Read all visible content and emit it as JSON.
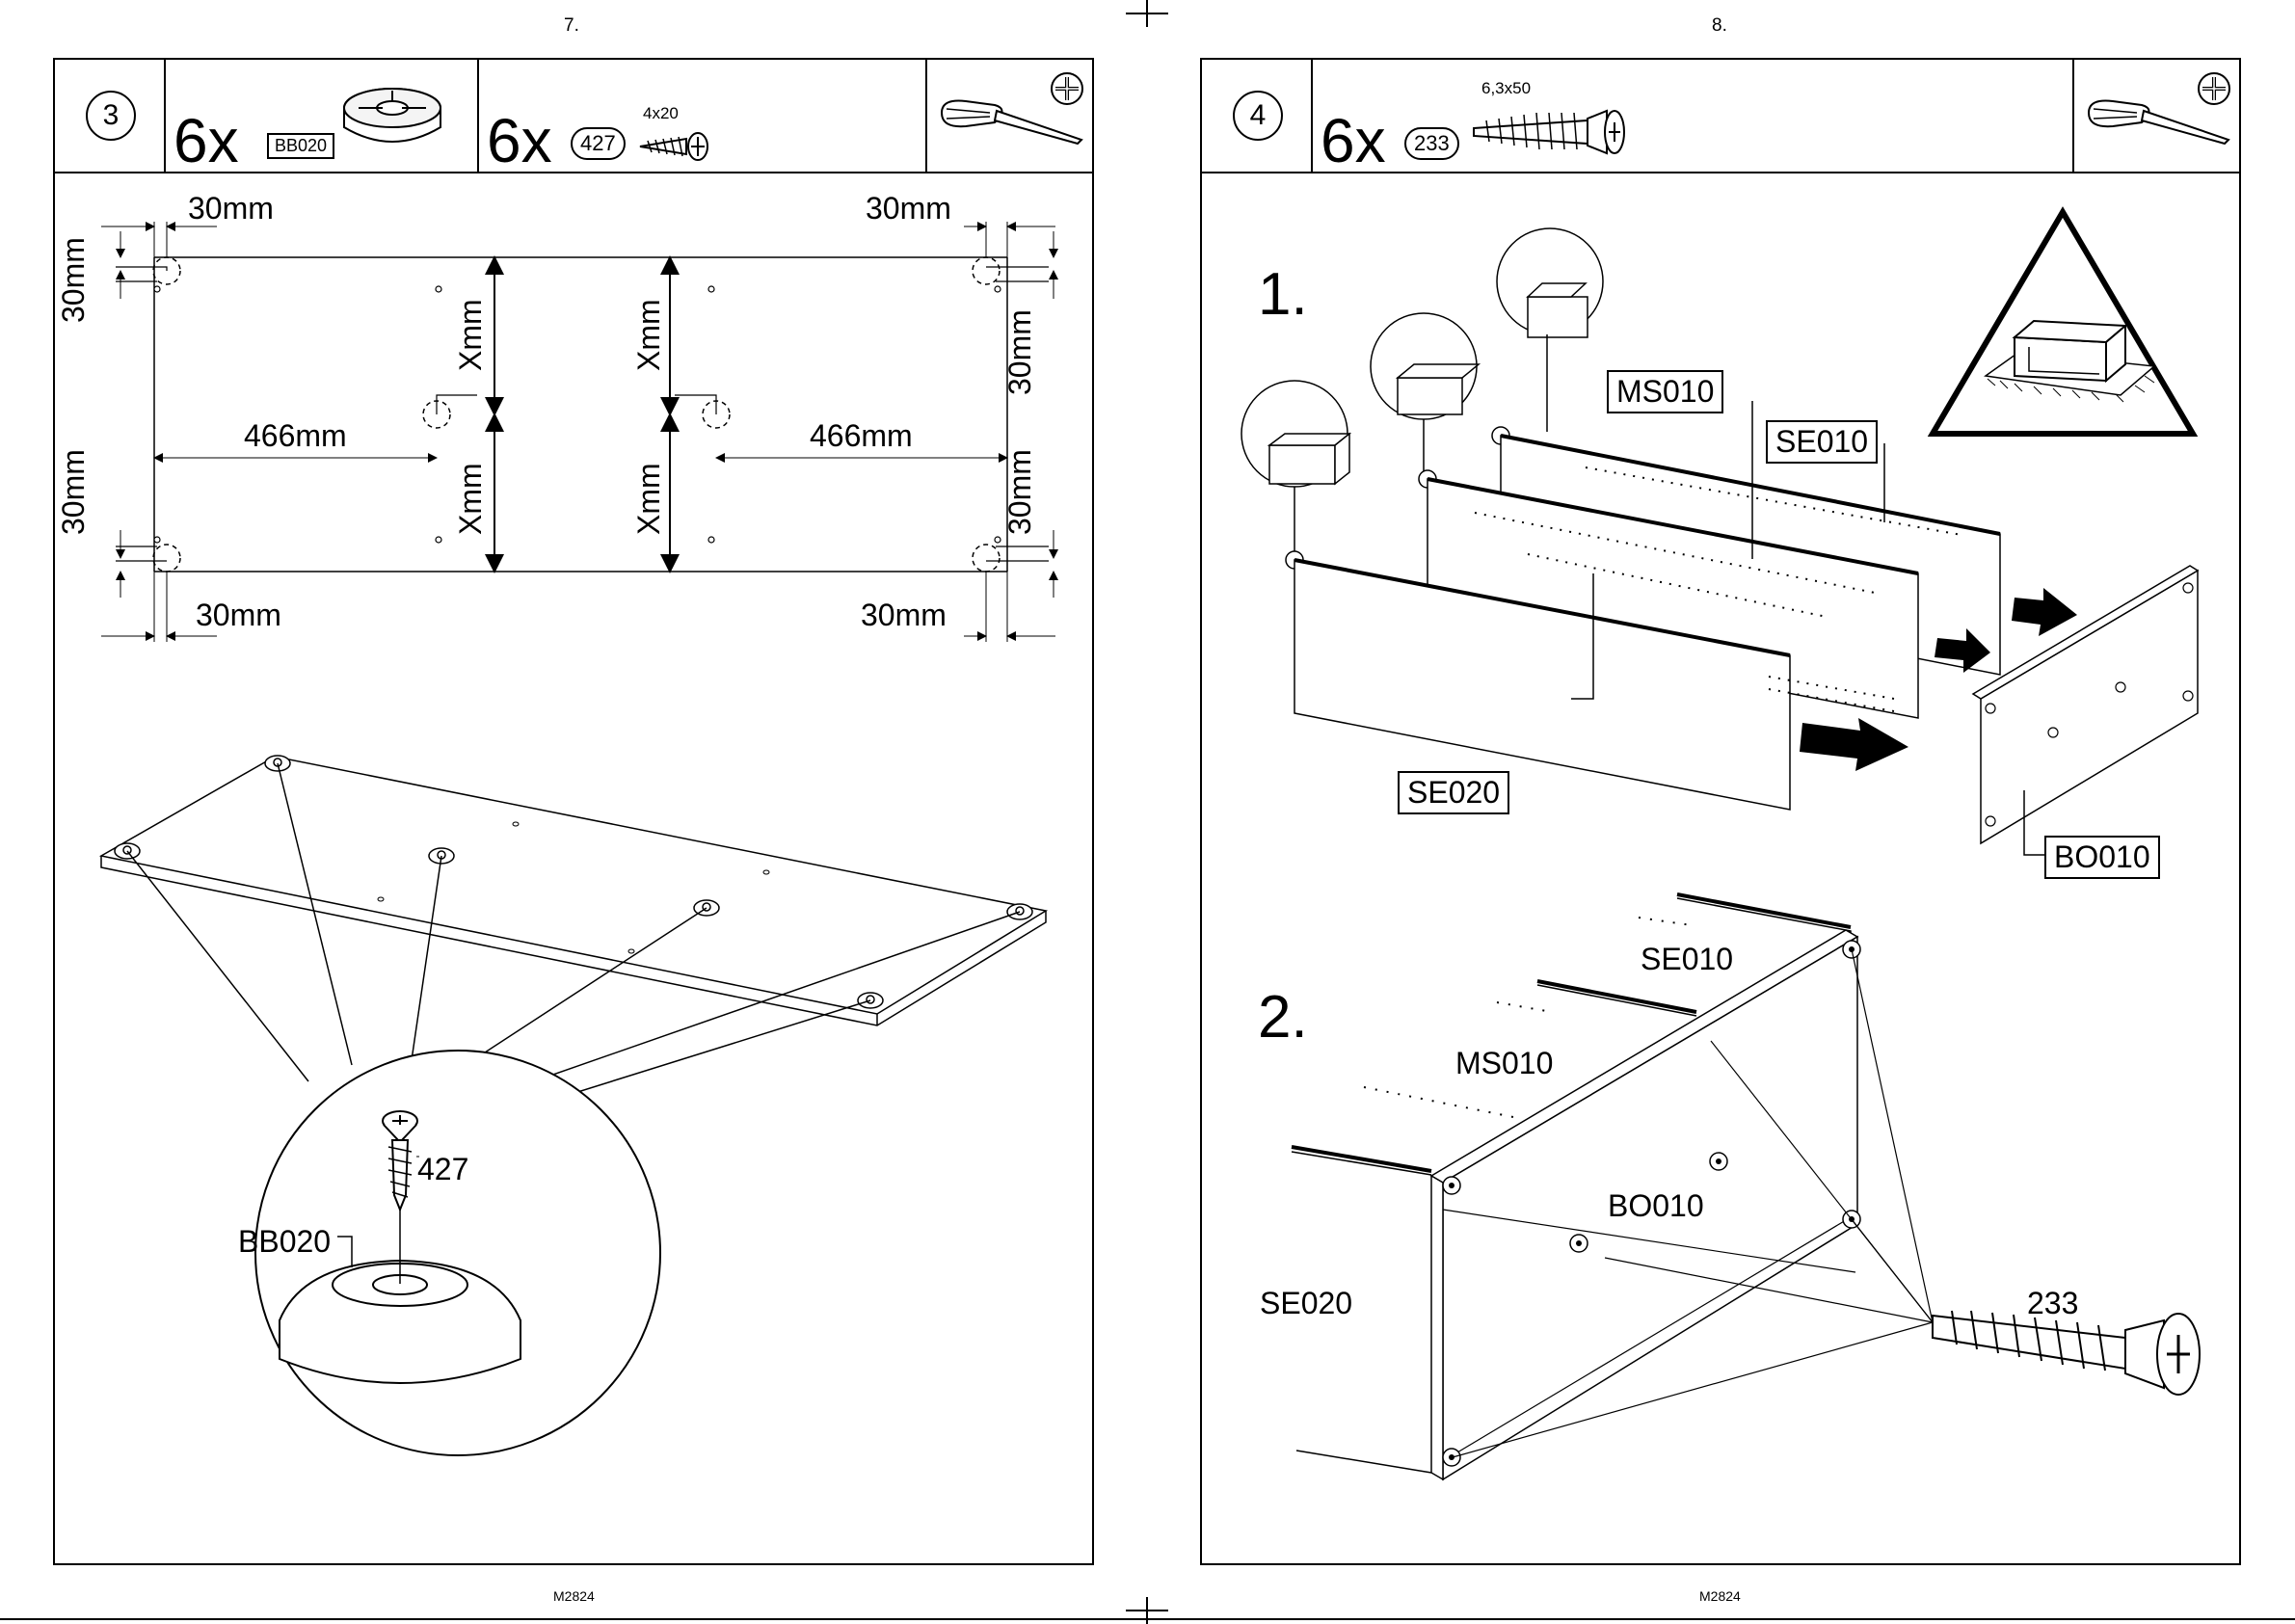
{
  "left_page": {
    "page_number": "7.",
    "footer": "M2824",
    "step": "3",
    "parts": [
      {
        "qty": "6x",
        "code": "BB020"
      },
      {
        "qty": "6x",
        "code": "427",
        "size": "4x20"
      }
    ],
    "dimensions": {
      "d30": "30mm",
      "d466": "466mm",
      "dx": "Xmm"
    },
    "detail": {
      "screw": "427",
      "foot": "BB020"
    }
  },
  "right_page": {
    "page_number": "8.",
    "footer": "M2824",
    "step": "4",
    "parts": [
      {
        "qty": "6x",
        "code": "233",
        "size": "6,3x50"
      }
    ],
    "sub1": {
      "label": "1.",
      "panels": [
        "MS010",
        "SE010",
        "SE020",
        "BO010"
      ]
    },
    "sub2": {
      "label": "2.",
      "parts": [
        "SE010",
        "MS010",
        "BO010",
        "SE020",
        "233"
      ]
    }
  },
  "icons": [
    "screwdriver-icon",
    "phillips-bit-icon",
    "warning-triangle-icon",
    "dowel-icon",
    "foot-icon",
    "screw-icon",
    "arrow-icon"
  ]
}
